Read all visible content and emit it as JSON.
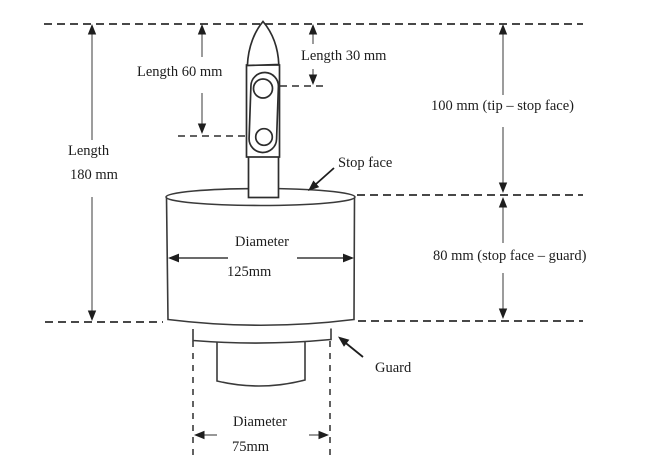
{
  "figure": {
    "background": "#ffffff",
    "line_color": "#3a3a3a",
    "dimension_line_color": "#5b5b5b",
    "text_color": "#1c1c1c",
    "labels": {
      "overall_length": {
        "line1": "Length",
        "line2": "180 mm"
      },
      "upper_length": "Length 60 mm",
      "tip_length": "Length 30 mm",
      "tip_to_stop_face": "100 mm (tip – stop face)",
      "stop_face_to_guard": "80 mm (stop face – guard)",
      "stop_face": "Stop face",
      "guard": "Guard",
      "body_diameter": {
        "line1": "Diameter",
        "line2": "125mm"
      },
      "guard_diameter": {
        "line1": "Diameter",
        "line2": "75mm"
      }
    }
  }
}
